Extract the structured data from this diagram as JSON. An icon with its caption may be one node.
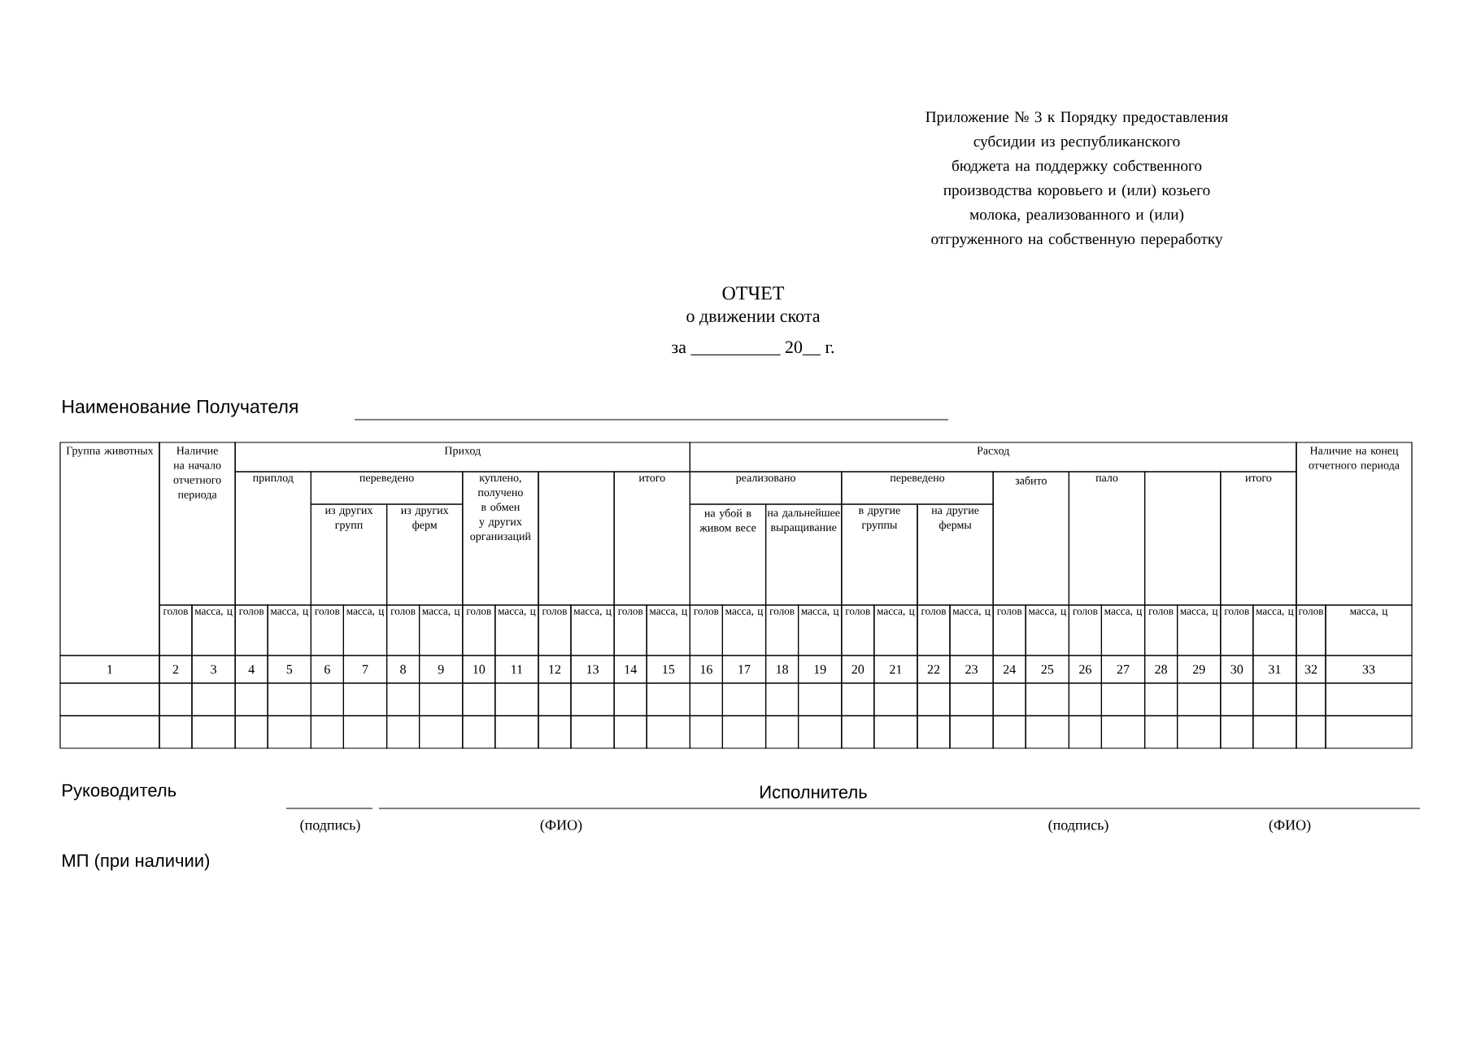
{
  "diagram": {
    "title": "ОТЧЕТ",
    "labels": [
      "Приложение № 3 к Порядку предоставления субсидии из республиканского бюджета на поддержку собственного производства коровьего и (или) козьего молока, реализованного и (или) отгруженного на собственную переработку",
      "о движении скота",
      "за __________ 20__ г.",
      "Наименование Получателя",
      "Группа животных",
      "Наличие на начало отчетного периода",
      "Приход",
      "Расход",
      "Наличие на конец отчетного периода",
      "приплод",
      "переведено",
      "куплено, получено в обмен у других организаций",
      "итого",
      "реализовано",
      "переведено",
      "забито",
      "пало",
      "итого",
      "из других групп",
      "из других ферм",
      "на убой в живом весе",
      "на дальнейшее выращивание",
      "в другие группы",
      "на другие фермы",
      "голов",
      "масса, ц",
      "голов",
      "масса, ц",
      "голов",
      "масса, ц",
      "голов",
      "масса, ц",
      "голов",
      "масса, ц",
      "голов",
      "масса, ц",
      "голов",
      "масса, ц",
      "голов",
      "масса, ц",
      "голов",
      "масса, ц",
      "голов",
      "масса, ц",
      "голов",
      "масса, ц",
      "голов",
      "масса, ц",
      "голов",
      "масса, ц",
      "голов",
      "масса, ц",
      "голов",
      "масса, ц",
      "голов",
      "масса, ц",
      "1",
      "2",
      "3",
      "4",
      "5",
      "6",
      "7",
      "8",
      "9",
      "10",
      "11",
      "12",
      "13",
      "14",
      "15",
      "16",
      "17",
      "18",
      "19",
      "20",
      "21",
      "22",
      "23",
      "24",
      "25",
      "26",
      "27",
      "28",
      "29",
      "30",
      "31",
      "32",
      "33",
      "Руководитель",
      "Исполнитель",
      "(подпись)",
      "(ФИО)",
      "(подпись)",
      "(ФИО)",
      "МП (при наличии)"
    ]
  }
}
